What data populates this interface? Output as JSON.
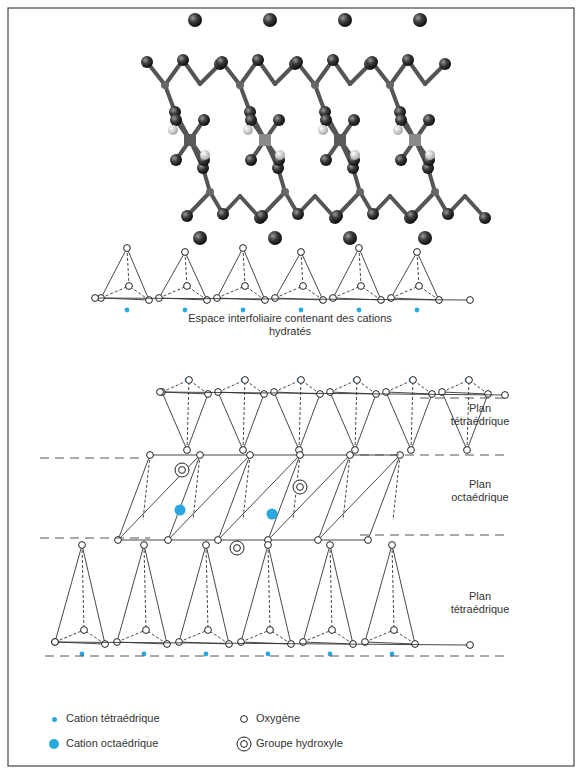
{
  "diagram": {
    "labels": [
      "Espace interfoliaire contenant des cations hydratés",
      "Plan tétraédrique",
      "Plan octaédrique",
      "Plan tétraédrique"
    ],
    "legend": [
      {
        "text": "Cation tétraédrique",
        "color": "#2aa7df"
      },
      {
        "text": "Oxygène"
      },
      {
        "text": "Cation octaédrique",
        "color": "#2aa7df"
      },
      {
        "text": "Groupe hydroxyle"
      }
    ]
  }
}
